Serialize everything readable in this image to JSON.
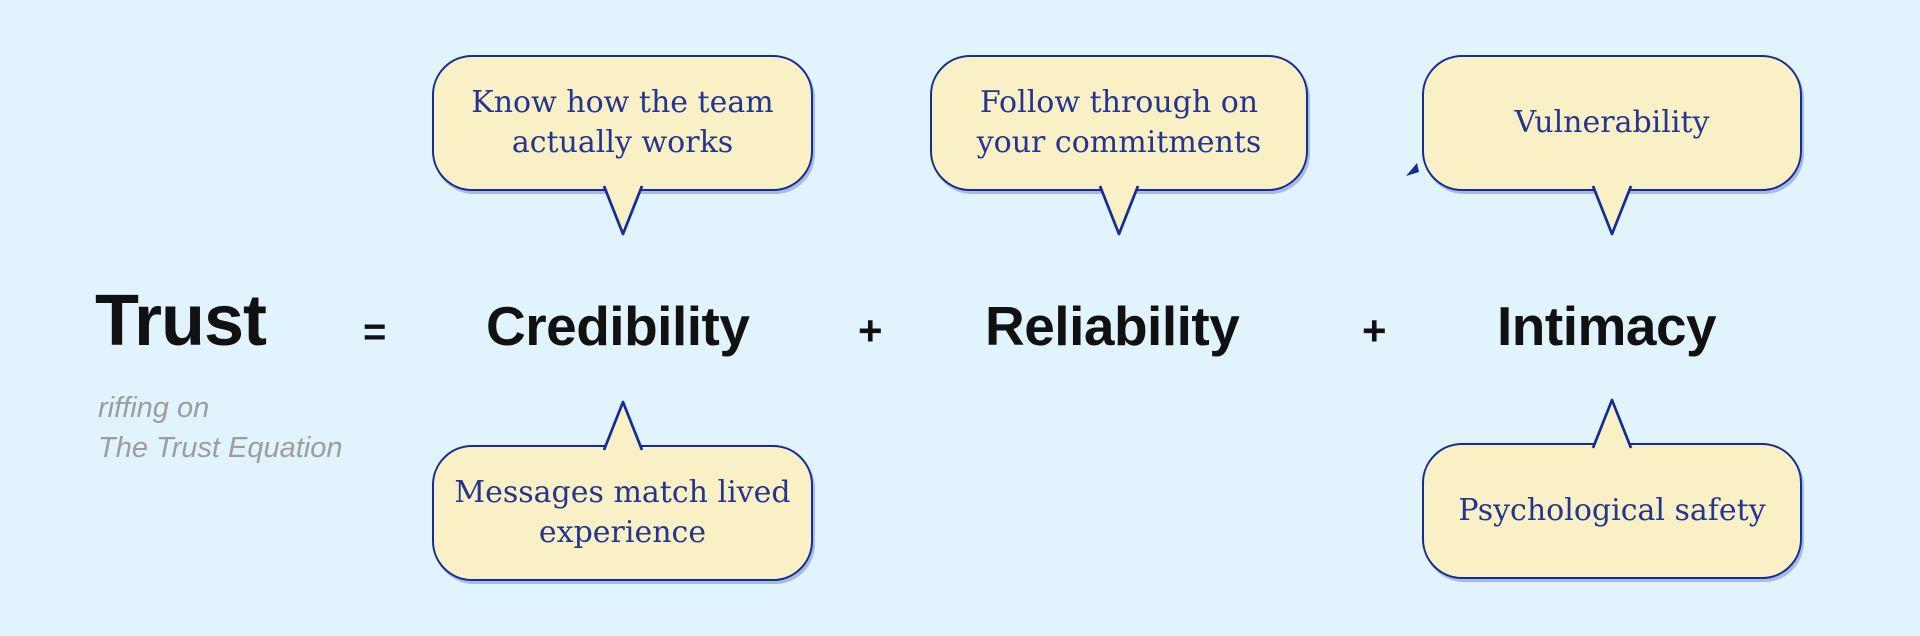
{
  "colors": {
    "bg": "#e1f3fc",
    "bubble-fill": "#faf0c5",
    "bubble-border": "#132c96",
    "bubble-text": "#233591",
    "equation-text": "#111111",
    "attribution-text": "#9d9d9d"
  },
  "equation": {
    "result": "Trust",
    "equals_sign": "=",
    "plus_sign": "+",
    "terms": [
      {
        "label": "Credibility"
      },
      {
        "label": "Reliability"
      },
      {
        "label": "Intimacy"
      }
    ],
    "attribution_lines": [
      "riffing on",
      "The Trust Equation"
    ]
  },
  "callouts": {
    "top": [
      {
        "lines": [
          "Know how the team",
          "actually works"
        ]
      },
      {
        "lines": [
          "Follow through on",
          "your commitments"
        ]
      },
      {
        "lines": [
          "Vulnerability"
        ]
      }
    ],
    "bottom": [
      {
        "lines": [
          "Messages match lived",
          "experience"
        ]
      },
      {
        "lines": [
          "Psychological safety"
        ]
      }
    ]
  }
}
